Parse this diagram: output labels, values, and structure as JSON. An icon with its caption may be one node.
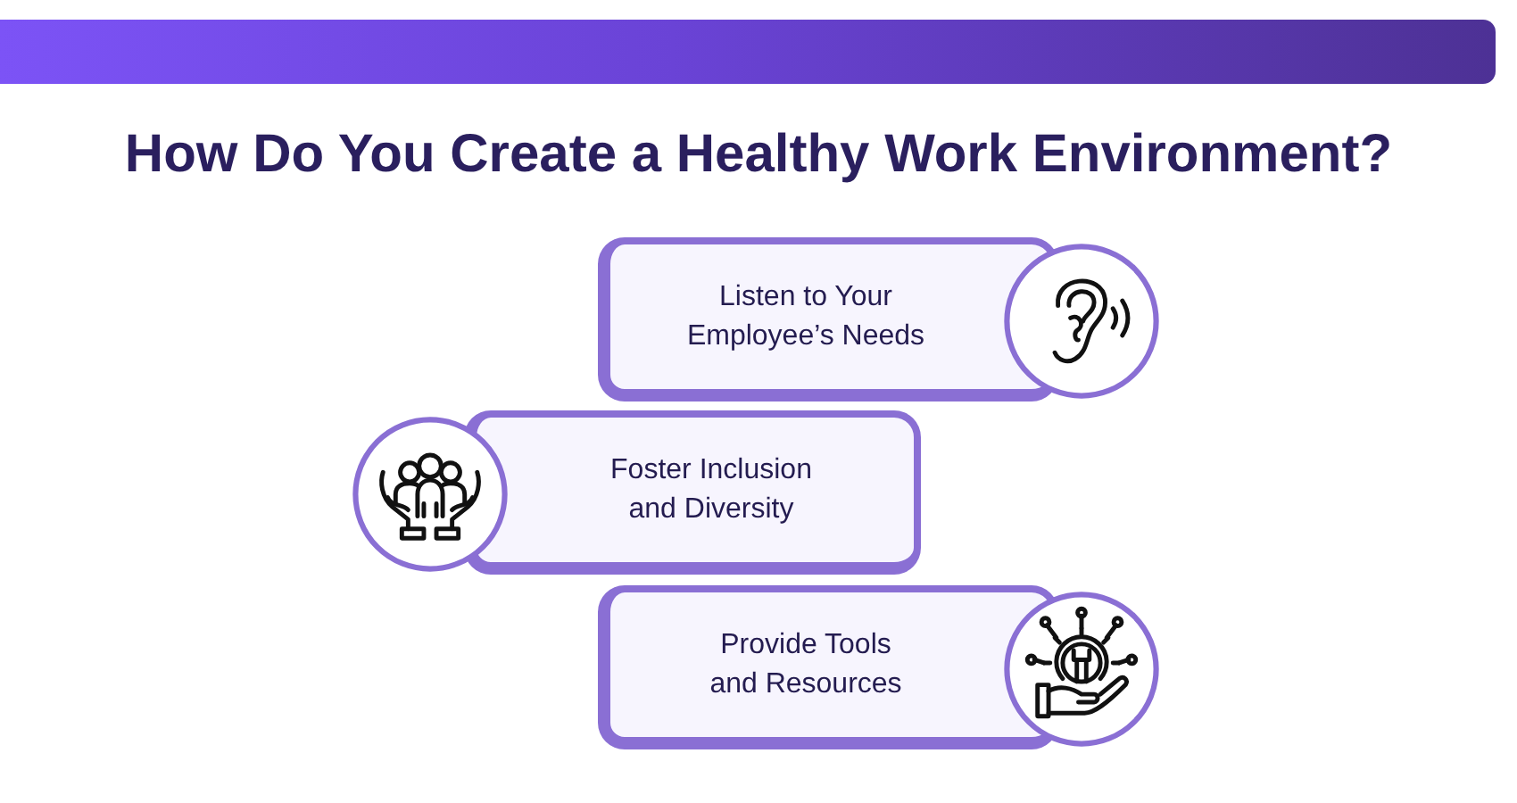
{
  "diagram": {
    "title": "How Do You Create a Healthy Work Environment?",
    "nodes": [
      {
        "text": [
          "Listen to Your Employee’s Needs"
        ]
      },
      {
        "text": [
          "Foster Inclusion and Diversity"
        ]
      },
      {
        "text": [
          "Provide Tools and Resources"
        ]
      }
    ]
  }
}
